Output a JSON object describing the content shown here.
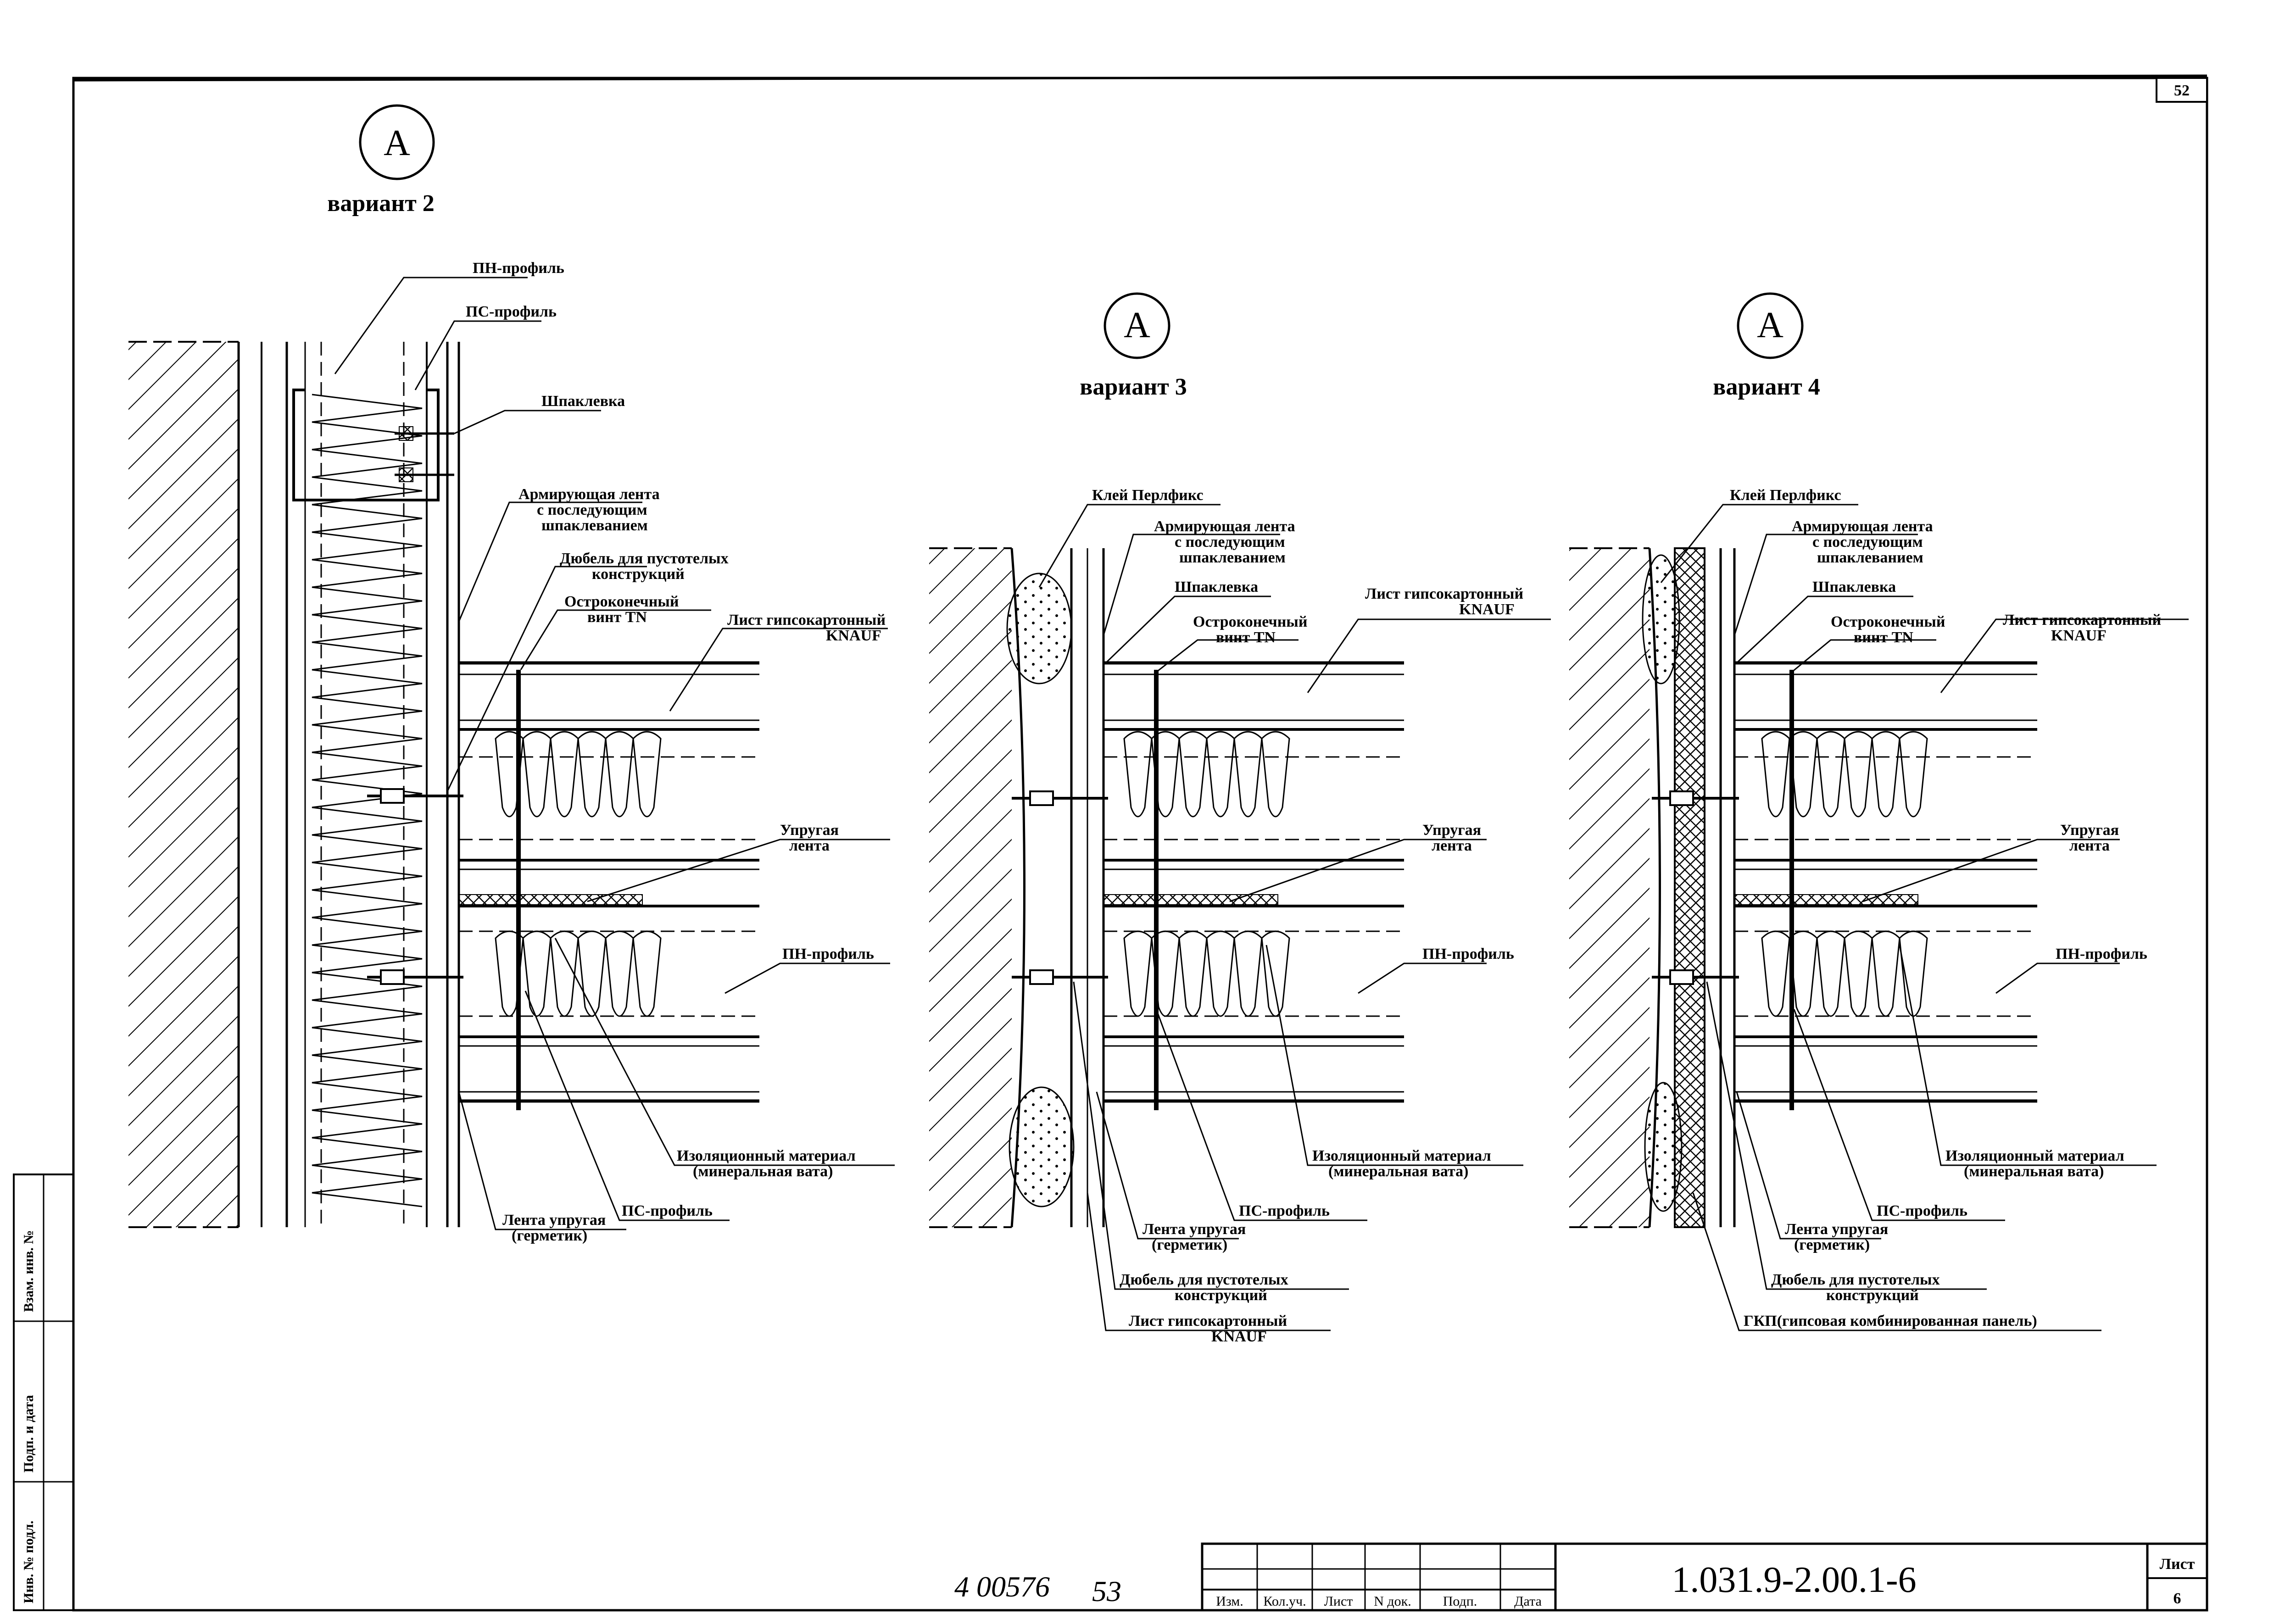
{
  "sheet": {
    "page_number": "52",
    "document_code": "1.031.9-2.00.1-6",
    "sheet_label": "Лист",
    "sheet_number": "6",
    "handwritten_left": "4 00576",
    "handwritten_right": "53"
  },
  "title_block": {
    "columns": [
      "Изм.",
      "Кол.уч.",
      "Лист",
      "N док.",
      "Подп.",
      "Дата"
    ]
  },
  "side_stamp": {
    "fields": [
      "Взам. инв. №",
      "Подп. и дата",
      "Инв. № подл."
    ]
  },
  "variants": [
    {
      "marker": "A",
      "title": "вариант 2",
      "labels": {
        "pn_top": "ПН-профиль",
        "ps_top": "ПС-профиль",
        "putty": "Шпаклевка",
        "tape_1": "Армирующая лента",
        "tape_2": "с последующим",
        "tape_3": "шпаклеванием",
        "dowel_1": "Дюбель для пустотелых",
        "dowel_2": "конструкций",
        "screw_1": "Остроконечный",
        "screw_2": "винт TN",
        "board_1": "Лист гипсокартонный",
        "board_2": "KNAUF",
        "elastic_1": "Упругая",
        "elastic_2": "лента",
        "pn_mid": "ПН-профиль",
        "insul_1": "Изоляционный материал",
        "insul_2": "(минеральная вата)",
        "ps_bottom": "ПС-профиль",
        "seal_1": "Лента упругая",
        "seal_2": "(герметик)"
      }
    },
    {
      "marker": "A",
      "title": "вариант 3",
      "labels": {
        "glue": "Клей Перлфикс",
        "tape_1": "Армирующая лента",
        "tape_2": "с последующим",
        "tape_3": "шпаклеванием",
        "putty": "Шпаклевка",
        "screw_1": "Остроконечный",
        "screw_2": "винт TN",
        "board_1": "Лист гипсокартонный",
        "board_2": "KNAUF",
        "elastic_1": "Упругая",
        "elastic_2": "лента",
        "pn_mid": "ПН-профиль",
        "insul_1": "Изоляционный материал",
        "insul_2": "(минеральная вата)",
        "ps_bottom": "ПС-профиль",
        "seal_1": "Лента упругая",
        "seal_2": "(герметик)",
        "dowel_1": "Дюбель для пустотелых",
        "dowel_2": "конструкций",
        "board_b1": "Лист гипсокартонный",
        "board_b2": "KNAUF"
      }
    },
    {
      "marker": "A",
      "title": "вариант 4",
      "labels": {
        "glue": "Клей Перлфикс",
        "tape_1": "Армирующая лента",
        "tape_2": "с последующим",
        "tape_3": "шпаклеванием",
        "putty": "Шпаклевка",
        "screw_1": "Остроконечный",
        "screw_2": "винт TN",
        "board_1": "Лист гипсокартонный",
        "board_2": "KNAUF",
        "elastic_1": "Упругая",
        "elastic_2": "лента",
        "pn_mid": "ПН-профиль",
        "insul_1": "Изоляционный материал",
        "insul_2": "(минеральная вата)",
        "ps_bottom": "ПС-профиль",
        "seal_1": "Лента упругая",
        "seal_2": "(герметик)",
        "dowel_1": "Дюбель для пустотелых",
        "dowel_2": "конструкций",
        "gkp": "ГКП(гипсовая комбинированная панель)"
      }
    }
  ]
}
